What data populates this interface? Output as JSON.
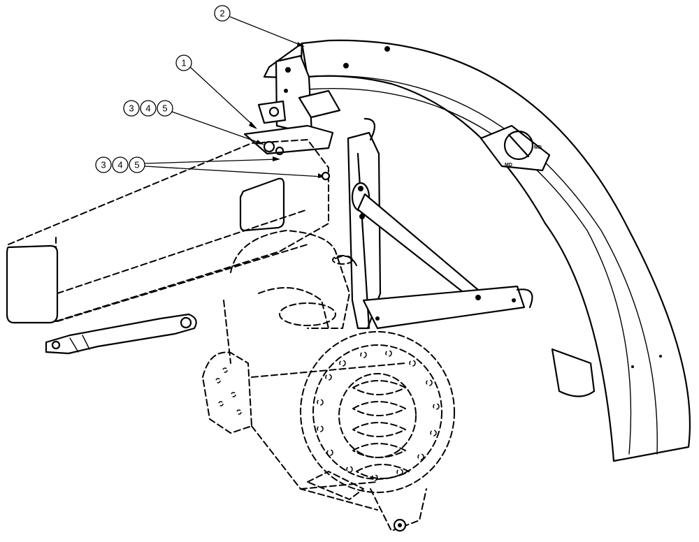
{
  "callouts": [
    {
      "id": "c2",
      "label": "2"
    },
    {
      "id": "c1",
      "label": "1"
    },
    {
      "id": "c3a",
      "label": "3"
    },
    {
      "id": "c4a",
      "label": "4"
    },
    {
      "id": "c5a",
      "label": "5"
    },
    {
      "id": "c3b",
      "label": "3"
    },
    {
      "id": "c4b",
      "label": "4"
    },
    {
      "id": "c5b",
      "label": "5"
    }
  ],
  "fender_symbol": {
    "left_text": "MD",
    "right_text": "MD"
  },
  "colors": {
    "line": "#000000",
    "background": "#ffffff"
  }
}
